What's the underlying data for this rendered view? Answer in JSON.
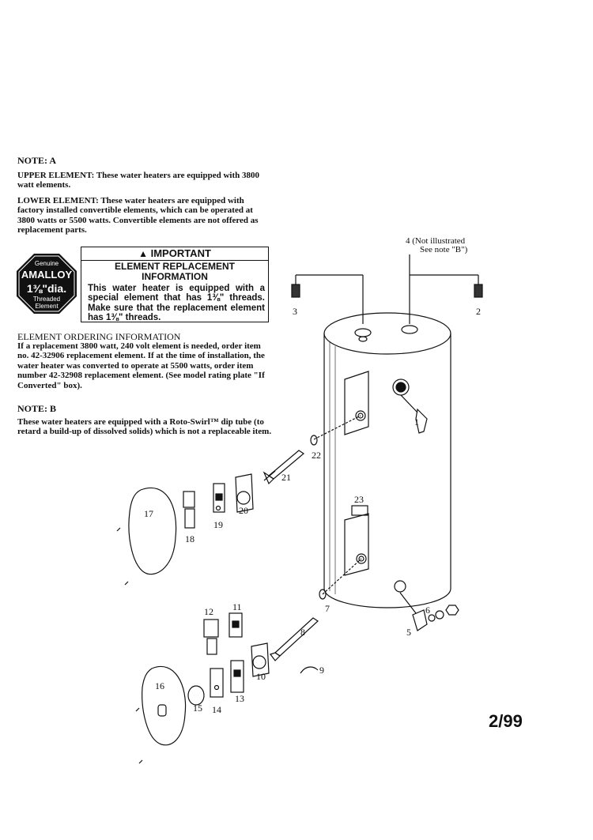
{
  "note_a": {
    "heading": "NOTE: A",
    "upper_label": "UPPER ELEMENT:",
    "upper_text": "These water heaters are equipped with 3800 watt elements.",
    "lower_label": "LOWER ELEMENT:",
    "lower_text": "These water heaters are equipped with factory installed convertible elements, which can be operated at 3800 watts or 5500 watts. Convertible elements are not offered as replacement parts."
  },
  "badge": {
    "line1": "Genuine",
    "line2": "AMALLOY",
    "line3": "1⅜\"dia.",
    "line4": "Threaded",
    "line5": "Element"
  },
  "important": {
    "header": "IMPORTANT",
    "title_line1": "ELEMENT REPLACEMENT",
    "title_line2": "INFORMATION",
    "body": "This water heater is equipped with a special element that has 1⅜\" threads. Make sure that the replacement element has 1⅜\" threads."
  },
  "ordering": {
    "heading": "ELEMENT ORDERING INFORMATION",
    "body": "If a replacement 3800 watt, 240 volt element is needed, order item no. 42-32906 replacement element. If at the time of installation, the water heater was converted to operate at 5500 watts, order item number 42-32908 replacement element. (See model rating plate \"If Converted\" box)."
  },
  "note_b": {
    "heading": "NOTE: B",
    "body": "These water heaters are equipped with a Roto-Swirl™ dip tube (to retard a build-up of dissolved solids) which is not a replaceable item."
  },
  "callout_4": {
    "line1": "4 (Not illustrated",
    "line2": "See note \"B\")"
  },
  "part_labels": {
    "p1": "1",
    "p2": "2",
    "p3": "3",
    "p5": "5",
    "p6": "6",
    "p7": "7",
    "p8": "8",
    "p9": "9",
    "p10": "10",
    "p11": "11",
    "p12": "12",
    "p13": "13",
    "p14": "14",
    "p15": "15",
    "p16": "16",
    "p17": "17",
    "p18": "18",
    "p19": "19",
    "p20": "20",
    "p21": "21",
    "p22": "22",
    "p23": "23"
  },
  "date_code": "2/99"
}
